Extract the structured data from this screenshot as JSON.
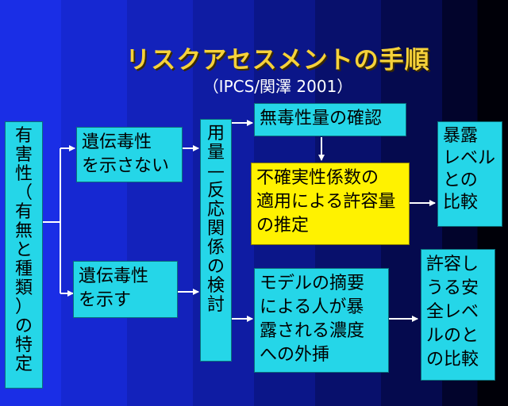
{
  "title": "リスクアセスメントの手順",
  "subtitle": "（IPCS/関澤 2001）",
  "nodes": {
    "hazard_id": "有害性（有無と種類）の特定",
    "non_genotoxic": "遺伝毒性\nを示さない",
    "genotoxic": "遺伝毒性\nを示す",
    "dose_response": "用量—反応関係の検討",
    "noael_confirm": "無毒性量の確認",
    "uncertainty": "不確実性係数の\n適用による許容量\nの推定",
    "exposure_compare": "暴露\nレベル\nとの\n比較",
    "model_extrap": "モデルの摘要\nによる人が暴\n露される濃度\nへの外挿",
    "acceptable_compare": "許容し\nうる安\n全レベ\nルのと\nの比較"
  },
  "colors": {
    "box_cyan": "#25d6e8",
    "box_yellow": "#fff200",
    "arrow": "#ffffff",
    "title": "#f6d23a"
  }
}
